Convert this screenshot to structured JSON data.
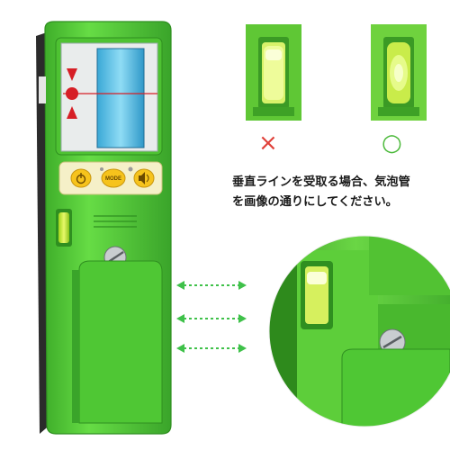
{
  "device": {
    "mode_button_label": "MODE",
    "body_color": "#55d13a",
    "accent_red": "#d61f26"
  },
  "examples": {
    "wrong_mark": "×",
    "correct_mark": "○",
    "wrong_icon": "cross-mark-icon",
    "correct_icon": "circle-mark-icon"
  },
  "caption": {
    "line1": "垂直ラインを受取る場合、気泡管",
    "line2": "を画像の通りにしてください。"
  }
}
